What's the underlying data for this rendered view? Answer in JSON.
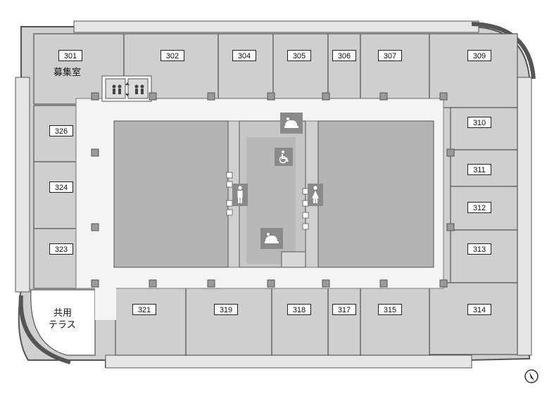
{
  "rooms": [
    {
      "id": "r301",
      "label": "301"
    },
    {
      "id": "r302",
      "label": "302"
    },
    {
      "id": "r304",
      "label": "304"
    },
    {
      "id": "r305",
      "label": "305"
    },
    {
      "id": "r306",
      "label": "306"
    },
    {
      "id": "r307",
      "label": "307"
    },
    {
      "id": "r309",
      "label": "309"
    },
    {
      "id": "r310",
      "label": "310"
    },
    {
      "id": "r311",
      "label": "311"
    },
    {
      "id": "r312",
      "label": "312"
    },
    {
      "id": "r313",
      "label": "313"
    },
    {
      "id": "r314",
      "label": "314"
    },
    {
      "id": "r315",
      "label": "315"
    },
    {
      "id": "r317",
      "label": "317"
    },
    {
      "id": "r318",
      "label": "318"
    },
    {
      "id": "r319",
      "label": "319"
    },
    {
      "id": "r321",
      "label": "321"
    },
    {
      "id": "r323",
      "label": "323"
    },
    {
      "id": "r324",
      "label": "324"
    },
    {
      "id": "r326",
      "label": "326"
    }
  ],
  "labels": {
    "recruiting": "募集室",
    "terrace_line1": "共用",
    "terrace_line2": "テラス"
  },
  "icons": {
    "elevator": "elevator-icon",
    "wheelchair": "wheelchair-icon",
    "mens": "mens-restroom-icon",
    "womens": "womens-restroom-icon",
    "kitchenette": "kitchenette-icon",
    "compass": "north-arrow-icon"
  },
  "colors": {
    "room_fill": "#cfcfcf",
    "corridor_fill": "#f4f4f4",
    "core_fill": "#b4b4b4",
    "wall": "#555555",
    "icon_bg": "#8a8a8a"
  }
}
